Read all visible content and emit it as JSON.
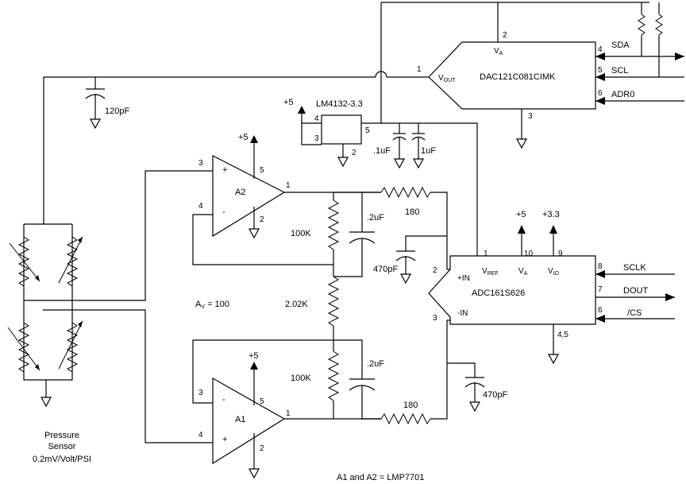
{
  "caption": "A1 and A2 = LMP7701",
  "gain_label": {
    "text": "A",
    "sub": "V",
    "rest": " = 100"
  },
  "sensor": {
    "line1": "Pressure",
    "line2": "Sensor",
    "line3": "0.2mV/Volt/PSI"
  },
  "dac": {
    "name": "DAC121C081CIMK",
    "vout_main": "V",
    "vout_sub": "OUT",
    "va_main": "V",
    "va_sub": "A",
    "pins": {
      "vout": "1",
      "va": "2",
      "gnd": "3",
      "sda": "4",
      "scl": "5",
      "adr": "6"
    },
    "signals": {
      "sda": "SDA",
      "scl": "SCL",
      "adr": "ADR0"
    }
  },
  "regulator": {
    "name": "LM4132-3.3",
    "supply": "+5",
    "pins": {
      "in": "4",
      "en": "3",
      "gnd": "2",
      "out": "5"
    }
  },
  "adc": {
    "name": "ADC161S626",
    "vref_main": "V",
    "vref_sub": "REF",
    "va_main": "V",
    "va_sub": "A",
    "vio_main": "V",
    "vio_sub": "IO",
    "inp": "+IN",
    "inn": "-IN",
    "pins": {
      "vref": "1",
      "inp": "2",
      "inn": "3",
      "gnd": "4,5",
      "dout": "7",
      "sclk": "8",
      "cs": "6",
      "vio": "9",
      "va": "10"
    },
    "supplies": {
      "va": "+5",
      "vio": "+3.3"
    },
    "signals": {
      "sclk": "SCLK",
      "dout": "DOUT",
      "cs": "/CS"
    }
  },
  "opamps": {
    "a2": {
      "name": "A2",
      "supply": "+5",
      "plus": "+",
      "minus": "-",
      "pins": {
        "plus": "3",
        "minus": "4",
        "out": "1",
        "vplus": "5",
        "vminus": "2"
      }
    },
    "a1": {
      "name": "A1",
      "supply": "+5",
      "plus": "+",
      "minus": "-",
      "pins": {
        "minus": "3",
        "plus": "4",
        "out": "1",
        "vplus": "5",
        "vminus": "2"
      }
    }
  },
  "components": {
    "c_120p": "120pF",
    "c_reg1": ".1uF",
    "c_reg2": "1uF",
    "r_top_fb": "100K",
    "r_gain": "2.02K",
    "r_bot_fb": "100K",
    "c_top_fb": ".2uF",
    "c_bot_fb": ".2uF",
    "r_top_series": "180",
    "r_bot_series": "180",
    "c_top_470": "470pF",
    "c_bot_470": "470pF"
  }
}
